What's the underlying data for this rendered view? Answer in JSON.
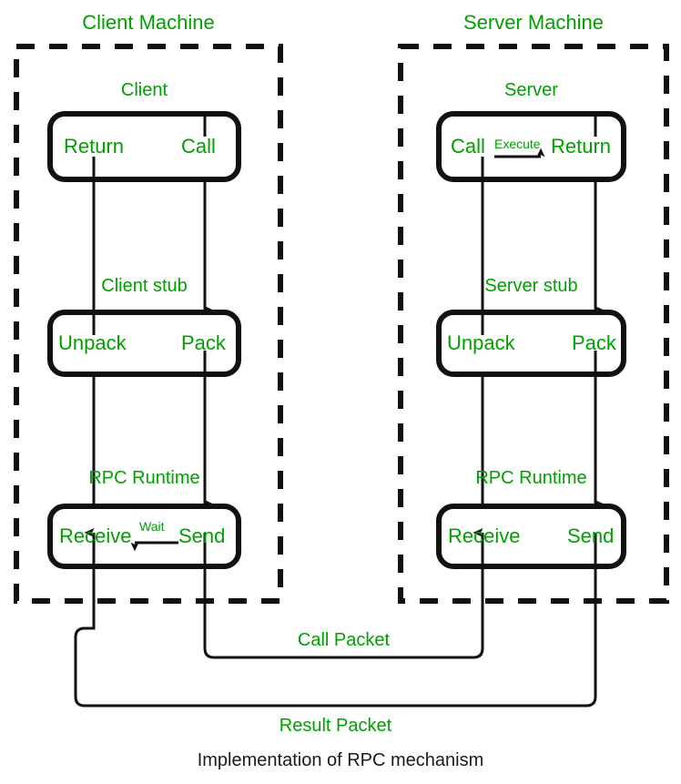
{
  "diagram": {
    "caption": "Implementation of RPC mechanism",
    "accent_color": "#00a000",
    "line_color": "#111111",
    "background": "#ffffff",
    "client_machine": {
      "title": "Client Machine",
      "layers": [
        {
          "label": "Client",
          "left_word": "Return",
          "right_word": "Call"
        },
        {
          "label": "Client stub",
          "left_word": "Unpack",
          "right_word": "Pack"
        },
        {
          "label": "RPC Runtime",
          "left_word": "Receive",
          "right_word": "Send",
          "inner_arrow_label": "Wait"
        }
      ]
    },
    "server_machine": {
      "title": "Server Machine",
      "layers": [
        {
          "label": "Server",
          "left_word": "Call",
          "right_word": "Return",
          "inner_arrow_label": "Execute"
        },
        {
          "label": "Server stub",
          "left_word": "Unpack",
          "right_word": "Pack"
        },
        {
          "label": "RPC Runtime",
          "left_word": "Receive",
          "right_word": "Send"
        }
      ]
    },
    "packets": [
      {
        "label": "Call Packet"
      },
      {
        "label": "Result Packet"
      }
    ]
  }
}
